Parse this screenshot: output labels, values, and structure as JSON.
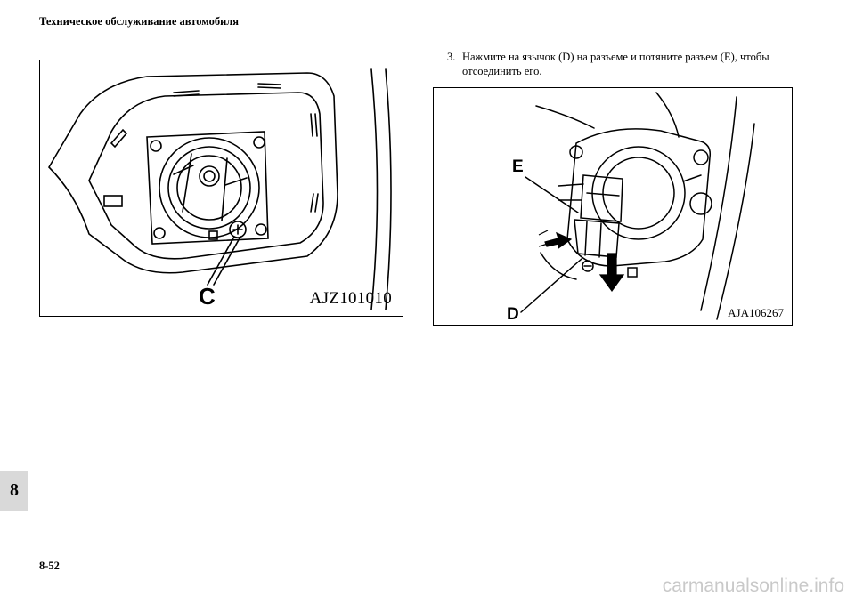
{
  "header": {
    "title": "Техническое обслуживание автомобиля"
  },
  "figure_left": {
    "code": "AJZ101010",
    "callout_c": "C"
  },
  "figure_right": {
    "code": "AJA106267",
    "callout_e": "E",
    "callout_d": "D"
  },
  "step": {
    "number": "3.",
    "text": "Нажмите на язычок (D) на разъеме и потяните разъем (E), чтобы отсоединить его."
  },
  "section_tab": "8",
  "page_number": "8-52",
  "watermark": "carmanualsonline.info"
}
